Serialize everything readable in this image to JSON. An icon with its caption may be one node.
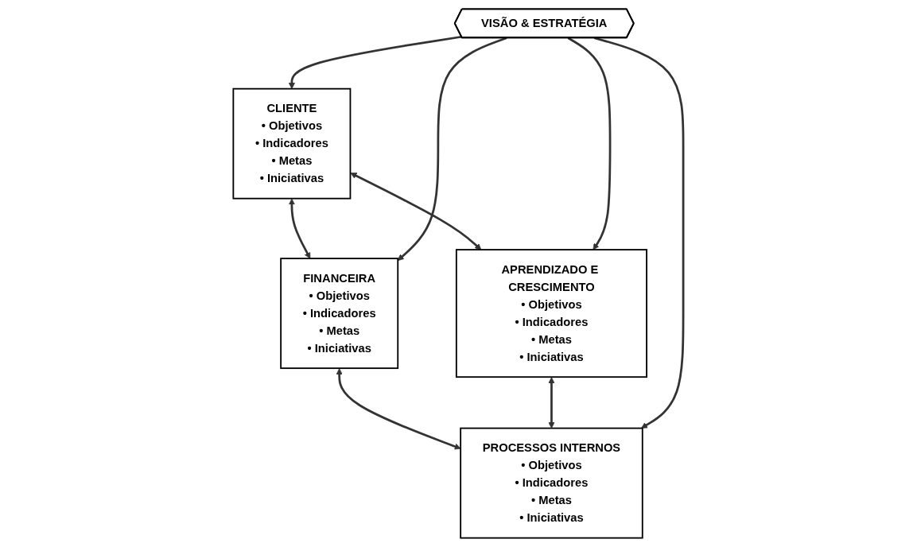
{
  "diagram": {
    "nodes": [
      {
        "text": [
          "FINANCEIRA",
          "• Objetivos",
          "• Indicadores",
          "• Metas",
          "• Iniciativas"
        ]
      },
      {
        "text": [
          "CLIENTE",
          "• Objetivos",
          "• Indicadores",
          "• Metas",
          "• Iniciativas"
        ]
      },
      {
        "text": [
          "VISÃO & ESTRATÉGIA"
        ]
      },
      {
        "text": [
          "PROCESSOS INTERNOS",
          "• Objetivos",
          "• Indicadores",
          "• Metas",
          "• Iniciativas"
        ]
      },
      {
        "text": [
          "APRENDIZADO E CRESCIMENTO",
          "• Objetivos",
          "• Indicadores",
          "• Metas",
          "• Iniciativas"
        ]
      }
    ],
    "edges": [
      {
        "from": 1,
        "to": 0,
        "arrow": "both"
      },
      {
        "from": 0,
        "to": 3,
        "arrow": "both"
      },
      {
        "from": 1,
        "to": 4,
        "arrow": "both"
      },
      {
        "from": 4,
        "to": 3,
        "arrow": "both"
      },
      {
        "from": 2,
        "to": 0,
        "arrow": "to"
      },
      {
        "from": 2,
        "to": 1,
        "arrow": "to"
      },
      {
        "from": 2,
        "to": 3,
        "arrow": "to"
      },
      {
        "from": 2,
        "to": 4,
        "arrow": "to"
      }
    ]
  }
}
